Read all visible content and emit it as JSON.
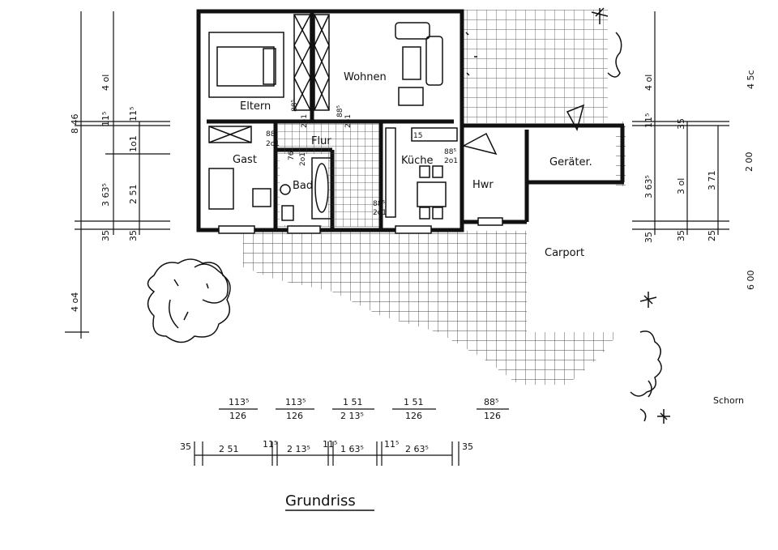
{
  "title": "Grundriss",
  "rooms": {
    "eltern": "Eltern",
    "wohnen": "Wohnen",
    "gast": "Gast",
    "flur": "Flur",
    "bad": "Bad",
    "kueche": "Küche",
    "hwr": "Hwr",
    "geraeter": "Geräter.",
    "carport": "Carport",
    "schorn": "Schorn"
  },
  "door_labels": {
    "eltern_flur": [
      "88⁵",
      "2o1"
    ],
    "wohnen_flur": [
      "88⁵",
      "2o1"
    ],
    "gast_flur": [
      "88⁵",
      "2o1"
    ],
    "bad_flur": [
      "76",
      "2o1"
    ],
    "kueche_top": [
      "88⁵",
      "2o1"
    ],
    "kueche_bottom": [
      "88⁵",
      "2o1"
    ],
    "kueche_small": "15"
  },
  "left_dims": {
    "total": "8 46",
    "upper": "4 ol",
    "wall1": "11⁵",
    "mid": "3 63⁵",
    "sub1": "1o1",
    "wall2": "11⁵",
    "sub2": "2 51",
    "bottom_wall": "35",
    "bottom_wall2": "35",
    "outside": "4 o4"
  },
  "right_dims": {
    "upper": "4 ol",
    "wall": "11⁵",
    "mid": "3 63⁵",
    "wall_b": "35",
    "ger_top": "35",
    "ger_mid": "3 ol",
    "ger_bot": "35",
    "ger_right": "3 71",
    "ger_rb": "25",
    "far_top": "4 5c",
    "far_mid": "2 00",
    "far_bot": "6 00"
  },
  "openings": [
    {
      "top": "113⁵",
      "bottom": "126"
    },
    {
      "top": "113⁵",
      "bottom": "126"
    },
    {
      "top": "1 51",
      "bottom": "2 13⁵"
    },
    {
      "top": "1 51",
      "bottom": "126"
    },
    {
      "top": "88⁵",
      "bottom": "126"
    }
  ],
  "bottom_dims": [
    "35",
    "2 51",
    "11⁵",
    "2 13⁵",
    "11⁵",
    "1 63⁵",
    "11⁵",
    "2 63⁵",
    "35"
  ]
}
